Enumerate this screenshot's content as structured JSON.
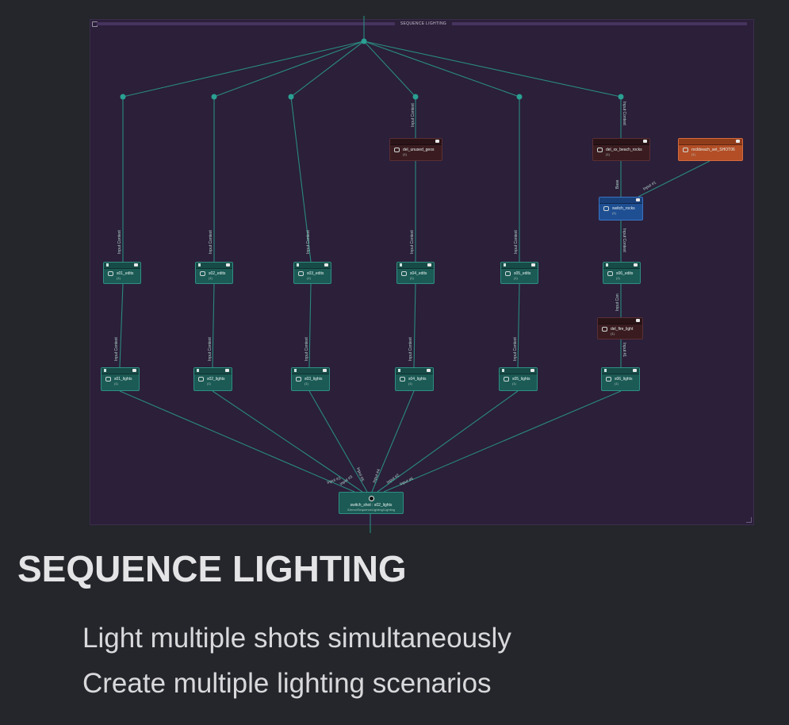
{
  "backdrop": {
    "title": "SEQUENCE LIGHTING"
  },
  "nodes": {
    "del_unused_geos": {
      "label": "del_unused_geos",
      "count": "(1)"
    },
    "del_xx_beach_rocks": {
      "label": "del_xx_beach_rocks",
      "count": "(1)"
    },
    "rockbeach_set": {
      "label": "rockbeach_set_SHOT06",
      "count": "(1)"
    },
    "switch_rocks": {
      "label": "switch_rocks",
      "count": "(1)"
    },
    "s01_edits": {
      "label": "s01_edits",
      "count": "(1)"
    },
    "s02_edits": {
      "label": "s02_edits",
      "count": "(1)"
    },
    "s03_edits": {
      "label": "s03_edits",
      "count": "(1)"
    },
    "s04_edits": {
      "label": "s04_edits",
      "count": "(1)"
    },
    "s05_edits": {
      "label": "s05_edits",
      "count": "(1)"
    },
    "s06_edits": {
      "label": "s06_edits",
      "count": "(1)"
    },
    "del_fire_light": {
      "label": "del_fire_light",
      "count": "(1)"
    },
    "s01_lights": {
      "label": "s01_lights",
      "count": "(1)"
    },
    "s02_lights": {
      "label": "s02_lights",
      "count": "(1)"
    },
    "s03_lights": {
      "label": "s03_lights",
      "count": "(1)"
    },
    "s04_lights": {
      "label": "s04_lights",
      "count": "(1)"
    },
    "s05_lights": {
      "label": "s05_lights",
      "count": "(1)"
    },
    "s06_lights": {
      "label": "s06_lights",
      "count": "(1)"
    },
    "switch_shot": {
      "label": "switch_shot : s02_lights",
      "sublabel": "/Demo/SequenceLighting/Lighting"
    }
  },
  "wire_labels": {
    "input_context": "Input Context",
    "input_context_short": "Input Con",
    "input_1": "Input #1",
    "input_2": "Input #2",
    "input_3": "Input #3",
    "input_4": "Input #4",
    "input_5": "Input #5",
    "input_6": "Input #6",
    "base": "Base"
  },
  "heading": "SEQUENCE LIGHTING",
  "bullets": [
    "Light multiple shots simultaneously",
    "Create multiple lighting scenarios"
  ],
  "colors": {
    "wire": "#2a8a80",
    "teal_node": "#1b5a55",
    "maroon_node": "#3a1c20",
    "orange_node": "#b34e26",
    "blue_node": "#1f4f93",
    "backdrop": "#2b1f39"
  }
}
